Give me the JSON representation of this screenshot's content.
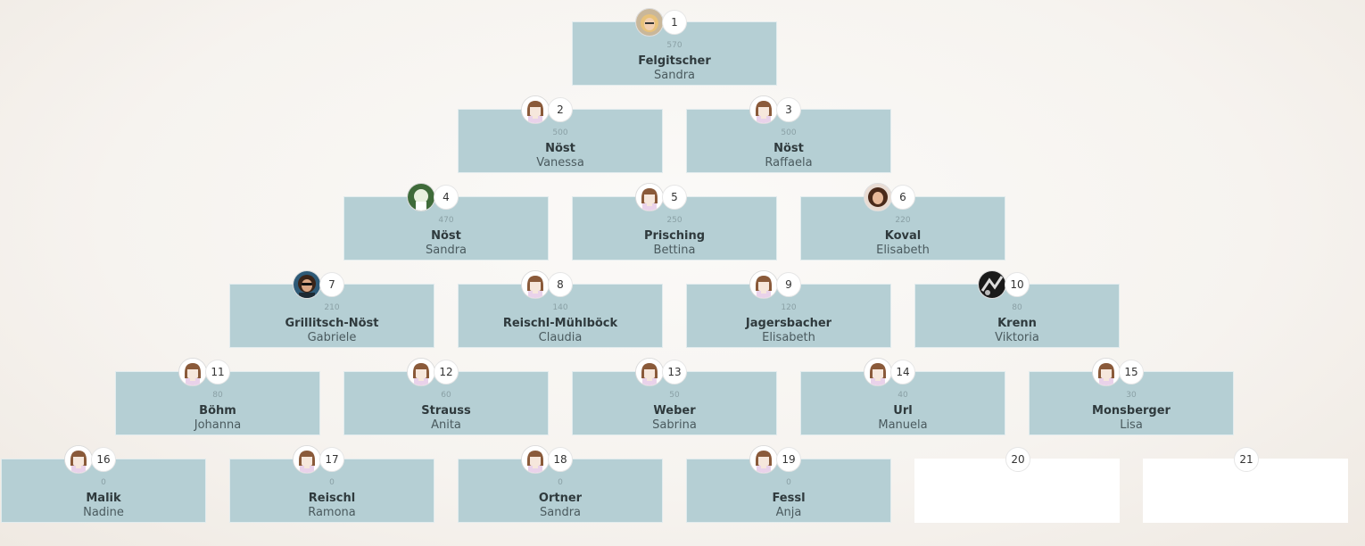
{
  "pyramid": {
    "rows": [
      [
        {
          "rank": "1",
          "points": "570",
          "last": "Felgitscher",
          "first": "Sandra",
          "avatar": "blonde-photo"
        }
      ],
      [
        {
          "rank": "2",
          "points": "500",
          "last": "Nöst",
          "first": "Vanessa",
          "avatar": "default-avatar"
        },
        {
          "rank": "3",
          "points": "500",
          "last": "Nöst",
          "first": "Raffaela",
          "avatar": "default-avatar"
        }
      ],
      [
        {
          "rank": "4",
          "points": "470",
          "last": "Nöst",
          "first": "Sandra",
          "avatar": "tennis-photo"
        },
        {
          "rank": "5",
          "points": "250",
          "last": "Prisching",
          "first": "Bettina",
          "avatar": "default-avatar"
        },
        {
          "rank": "6",
          "points": "220",
          "last": "Koval",
          "first": "Elisabeth",
          "avatar": "brunette-photo"
        }
      ],
      [
        {
          "rank": "7",
          "points": "210",
          "last": "Grillitsch-Nöst",
          "first": "Gabriele",
          "avatar": "sunglasses-photo"
        },
        {
          "rank": "8",
          "points": "140",
          "last": "Reischl-Mühlböck",
          "first": "Claudia",
          "avatar": "default-avatar"
        },
        {
          "rank": "9",
          "points": "120",
          "last": "Jagersbacher",
          "first": "Elisabeth",
          "avatar": "default-avatar"
        },
        {
          "rank": "10",
          "points": "80",
          "last": "Krenn",
          "first": "Viktoria",
          "avatar": "bw-photo"
        }
      ],
      [
        {
          "rank": "11",
          "points": "80",
          "last": "Böhm",
          "first": "Johanna",
          "avatar": "default-avatar"
        },
        {
          "rank": "12",
          "points": "60",
          "last": "Strauss",
          "first": "Anita",
          "avatar": "default-avatar"
        },
        {
          "rank": "13",
          "points": "50",
          "last": "Weber",
          "first": "Sabrina",
          "avatar": "default-avatar"
        },
        {
          "rank": "14",
          "points": "40",
          "last": "Url",
          "first": "Manuela",
          "avatar": "default-avatar"
        },
        {
          "rank": "15",
          "points": "30",
          "last": "Monsberger",
          "first": "Lisa",
          "avatar": "default-avatar"
        }
      ],
      [
        {
          "rank": "16",
          "points": "0",
          "last": "Malik",
          "first": "Nadine",
          "avatar": "default-avatar"
        },
        {
          "rank": "17",
          "points": "0",
          "last": "Reischl",
          "first": "Ramona",
          "avatar": "default-avatar"
        },
        {
          "rank": "18",
          "points": "0",
          "last": "Ortner",
          "first": "Sandra",
          "avatar": "default-avatar"
        },
        {
          "rank": "19",
          "points": "0",
          "last": "Fessl",
          "first": "Anja",
          "avatar": "default-avatar"
        },
        {
          "rank": "20",
          "empty": true
        },
        {
          "rank": "21",
          "empty": true
        }
      ]
    ]
  },
  "colors": {
    "card": "#b5cfd4",
    "empty_card": "#ffffff",
    "text_dark": "#2f3a3d"
  }
}
